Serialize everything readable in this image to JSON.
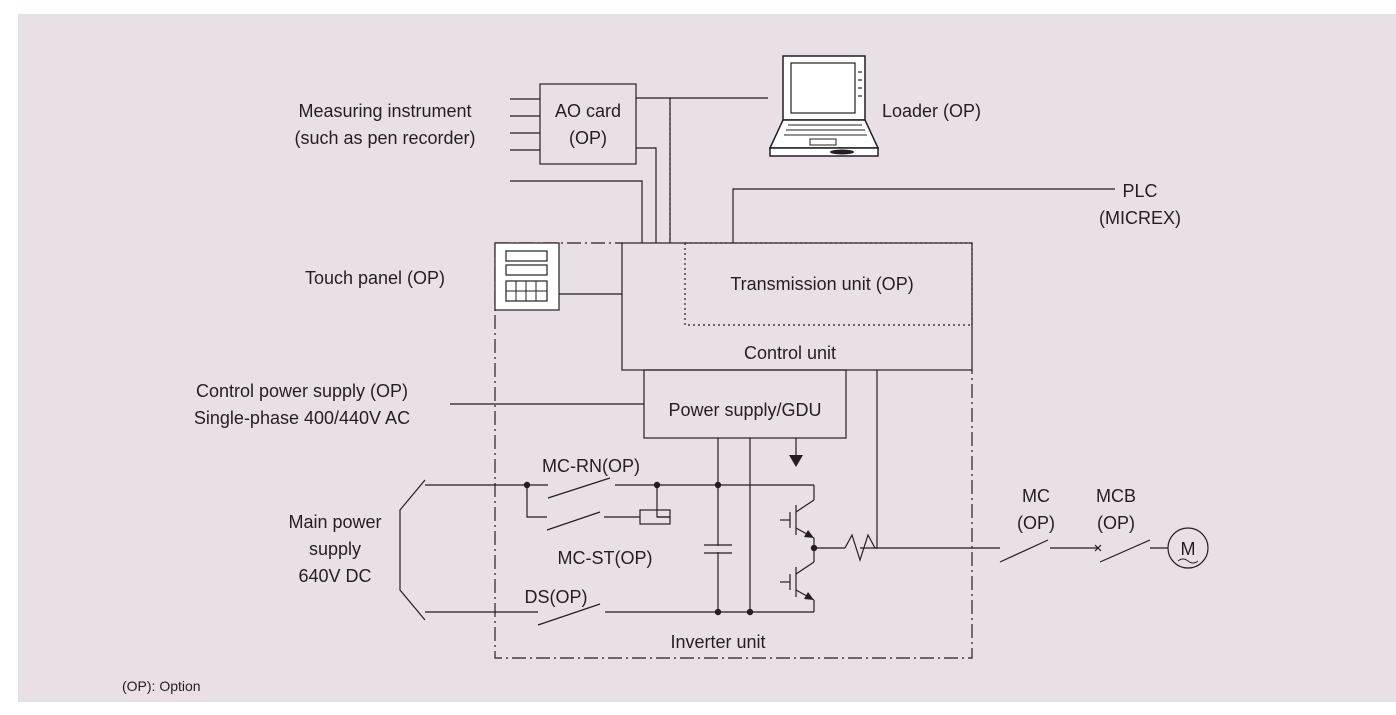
{
  "labels": {
    "measuring_instrument_1": "Measuring instrument",
    "measuring_instrument_2": "(such as pen recorder)",
    "ao_card_1": "AO card",
    "ao_card_2": "(OP)",
    "loader": "Loader (OP)",
    "plc_1": "PLC",
    "plc_2": "(MICREX)",
    "touch_panel": "Touch panel (OP)",
    "transmission_unit": "Transmission unit (OP)",
    "control_unit": "Control unit",
    "control_power_1": "Control power supply (OP)",
    "control_power_2": "Single-phase 400/440V AC",
    "power_supply_gdu": "Power supply/GDU",
    "mc_rn": "MC-RN(OP)",
    "mc_st": "MC-ST(OP)",
    "main_power_1": "Main power",
    "main_power_2": "supply",
    "main_power_3": "640V DC",
    "ds": "DS(OP)",
    "mc_1": "MC",
    "mc_2": "(OP)",
    "mcb_1": "MCB",
    "mcb_2": "(OP)",
    "motor": "M",
    "inverter_unit": "Inverter unit",
    "option_note": "(OP): Option"
  }
}
